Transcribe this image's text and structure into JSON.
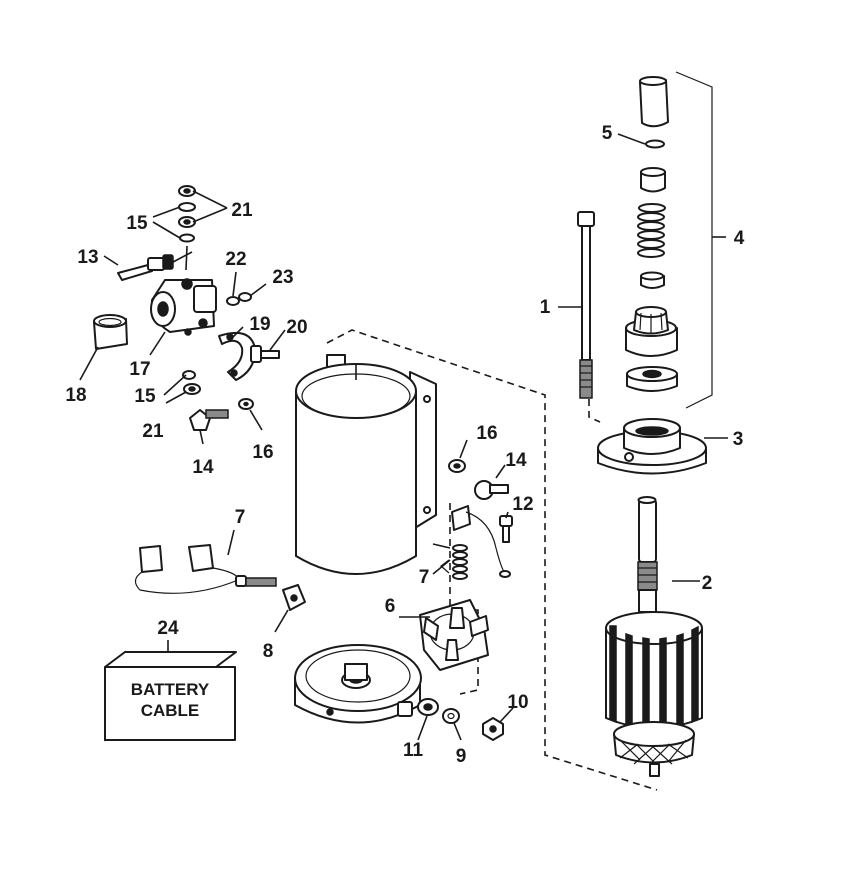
{
  "callouts": {
    "c1": "1",
    "c2": "2",
    "c3": "3",
    "c4": "4",
    "c5": "5",
    "c6": "6",
    "c7a": "7",
    "c7b": "7",
    "c8": "8",
    "c9": "9",
    "c10": "10",
    "c11": "11",
    "c12": "12",
    "c13": "13",
    "c14a": "14",
    "c14b": "14",
    "c15a": "15",
    "c15b": "15",
    "c16a": "16",
    "c16b": "16",
    "c17": "17",
    "c18": "18",
    "c19": "19",
    "c20": "20",
    "c21a": "21",
    "c21b": "21",
    "c22": "22",
    "c23": "23",
    "c24": "24"
  },
  "battery_cable": {
    "line1": "BATTERY",
    "line2": "CABLE"
  },
  "colors": {
    "ink": "#1a1a1a",
    "paper": "#ffffff"
  }
}
